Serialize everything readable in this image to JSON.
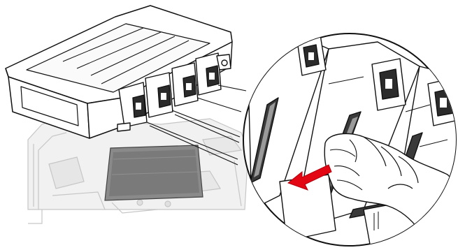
{
  "figure": {
    "kind": "technical-illustration",
    "subject": "printer",
    "callout_count": 4,
    "icons": {
      "wipe_arrow": "arrow-left-icon",
      "hand": "hand-with-cloth-icon"
    },
    "colors": {
      "line": "#111111",
      "arrow_fill": "#e30613",
      "faded_printer": "#cfcfcf",
      "belt": "#808080",
      "background": "#ffffff"
    }
  }
}
